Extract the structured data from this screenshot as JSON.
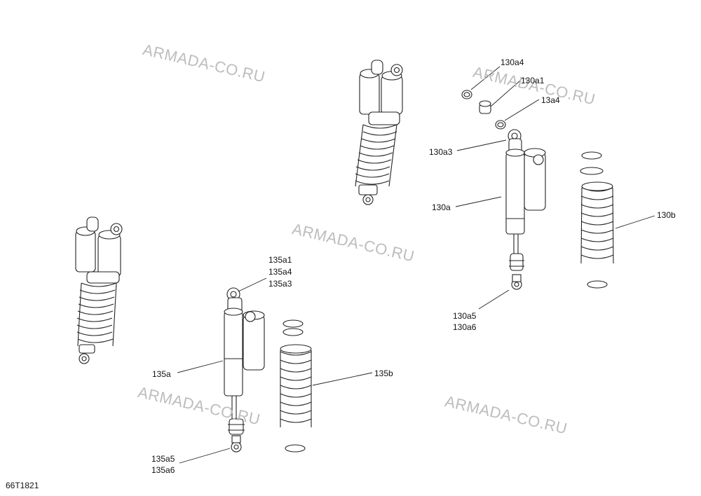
{
  "diagram": {
    "id": "66T1821",
    "watermark_text": "ARMADA-CO.RU",
    "labels": {
      "l130a4_top": "130a4",
      "l130a1": "130a1",
      "l13a4": "13a4",
      "l130a3": "130a3",
      "l130a": "130a",
      "l130b": "130b",
      "l130a5": "130a5",
      "l130a6": "130a6",
      "l135a1": "135a1",
      "l135a4": "135a4",
      "l135a3": "135a3",
      "l135a": "135a",
      "l135b": "135b",
      "l135a5": "135a5",
      "l135a6": "135a6"
    }
  }
}
